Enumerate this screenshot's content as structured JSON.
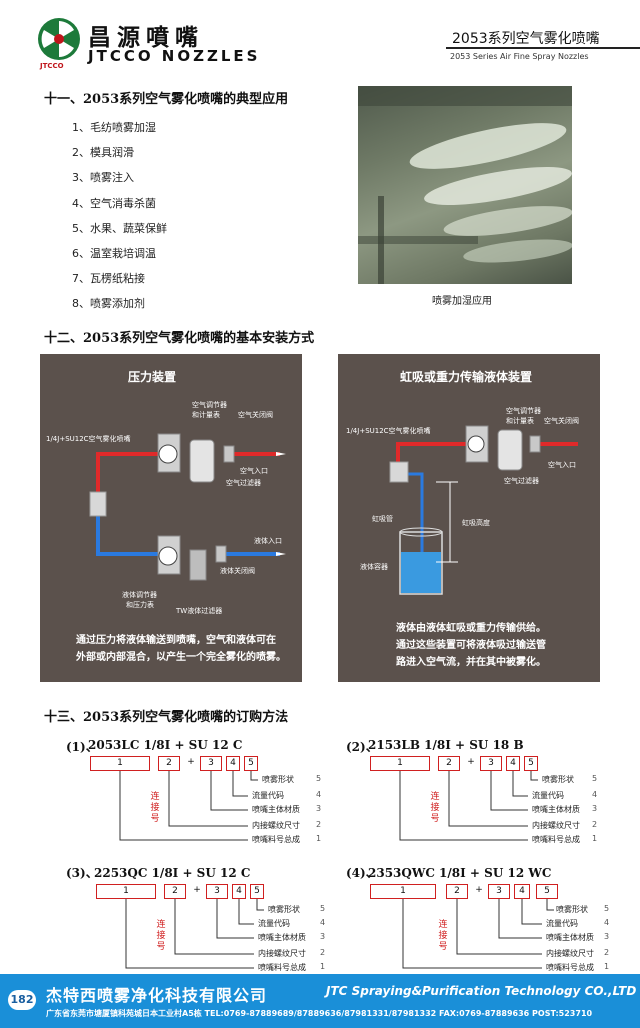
{
  "header": {
    "brand_cn": "昌源噴嘴",
    "brand_en": "JTCCO NOZZLES",
    "brand_abbr": "JTCCO",
    "title": "2053系列空气雾化喷嘴",
    "subtitle": "2053 Series Air Fine Spray Nozzles"
  },
  "section11": {
    "title": "十一、2053系列空气雾化喷嘴的典型应用",
    "items": [
      "1、毛纺喷雾加湿",
      "2、模具润滑",
      "3、喷雾注入",
      "4、空气消毒杀菌",
      "5、水果、蔬菜保鲜",
      "6、温室栽培调温",
      "7、瓦楞纸粘接",
      "8、喷雾添加剂"
    ],
    "photo_caption": "喷雾加湿应用"
  },
  "section12": {
    "title": "十二、2053系列空气雾化喷嘴的基本安装方式",
    "left": {
      "title": "压力装置",
      "labels": {
        "air_reg": "空气调节器",
        "gauge": "和计量表",
        "air_valve": "空气关闭阀",
        "nozzle": "1/4J+SU12C空气雾化喷嘴",
        "air_in": "空气入口",
        "air_filter": "空气过滤器",
        "liquid_in": "液体入口",
        "liquid_valve": "液体关闭阀",
        "liquid_reg": "液体调节器",
        "liquid_gauge": "和压力表",
        "tw_filter": "TW液体过滤器"
      },
      "desc": [
        "通过压力将液体输送到喷嘴，空气和液体可在",
        "外部或内部混合，以产生一个完全雾化的喷雾。"
      ]
    },
    "right": {
      "title": "虹吸或重力传输液体装置",
      "labels": {
        "air_reg": "空气调节器",
        "gauge": "和计量表",
        "air_valve": "空气关闭阀",
        "nozzle": "1/4J+SU12C空气雾化喷嘴",
        "air_in": "空气入口",
        "air_filter": "空气过滤器",
        "siphon_tube": "虹吸管",
        "siphon_height": "虹吸高度",
        "container": "液体容器"
      },
      "desc": [
        "液体由液体虹吸或重力传输供给。",
        "通过这些装置可将液体吸过输送管",
        "路进入空气流，并在其中被雾化。"
      ]
    }
  },
  "section13": {
    "title": "十三、2053系列空气雾化喷嘴的订购方法",
    "connector": [
      "连",
      "接",
      "号"
    ],
    "legend": [
      {
        "label": "喷雾形状",
        "num": "5"
      },
      {
        "label": "流量代码",
        "num": "4"
      },
      {
        "label": "喷嘴主体材质",
        "num": "3"
      },
      {
        "label": "内接螺纹尺寸",
        "num": "2"
      },
      {
        "label": "喷嘴料号总成",
        "num": "1"
      }
    ],
    "examples": [
      {
        "idx": "(1)、",
        "code": "2053LC  1/8I + SU  12  C"
      },
      {
        "idx": "(2)、",
        "code": "2153LB  1/8I + SU  18  B"
      },
      {
        "idx": "(3)、",
        "code": "2253QC  1/8I + SU  12  C"
      },
      {
        "idx": "(4)、",
        "code": "2353QWC  1/8I + SU  12  WC"
      }
    ],
    "boxes": [
      "1",
      "2",
      "+",
      "3",
      "4",
      "5"
    ]
  },
  "footer": {
    "page": "182",
    "company_cn": "杰特西喷雾净化科技有限公司",
    "company_en": "JTC Spraying&Purification Technology  CO.,LTD",
    "address": "广东省东莞市塘厦镇科苑城日本工业村A5栋   TEL:0769-87889689/87889636/87981331/87981332   FAX:0769-87889636   POST:523710"
  },
  "colors": {
    "brand_green": "#1d7a3a",
    "accent_red": "#d02020",
    "footer_blue": "#1a8fd8",
    "panel_brown": "#5b514c"
  }
}
